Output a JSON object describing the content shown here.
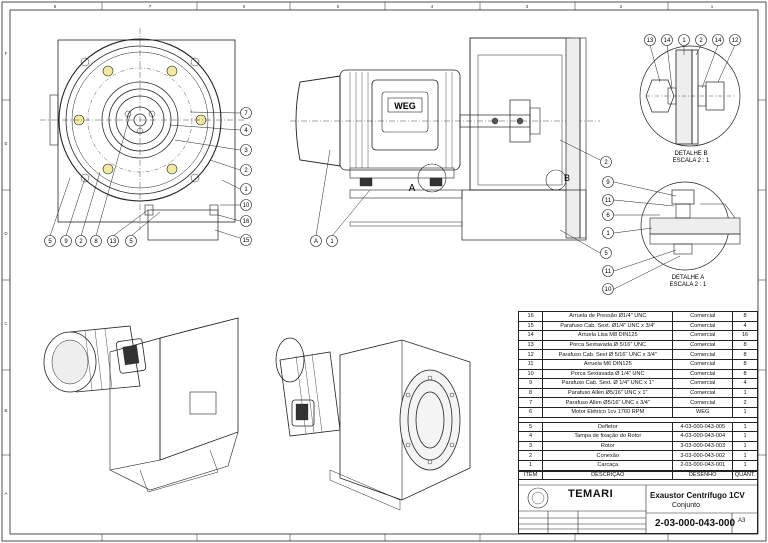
{
  "bom": {
    "rows": [
      {
        "item": "16",
        "descricao": "Arruela de Pressão Ø1/4\" UNC",
        "desenho": "Comercial",
        "quant": "8"
      },
      {
        "item": "15",
        "descricao": "Parafuso Cab. Sext. Ø1/4\" UNC x 3/4\"",
        "desenho": "Comercial",
        "quant": "4"
      },
      {
        "item": "14",
        "descricao": "Arruela Lisa M8 DIN125",
        "desenho": "Comercial",
        "quant": "16"
      },
      {
        "item": "13",
        "descricao": "Porca Sextavada Ø 5/16\" UNC",
        "desenho": "Comercial",
        "quant": "8"
      },
      {
        "item": "12",
        "descricao": "Parafuso Cab. Sext Ø 5/16\" UNC x 3/4\"",
        "desenho": "Comercial",
        "quant": "8"
      },
      {
        "item": "11",
        "descricao": "Arruela M6 DIN125",
        "desenho": "Comercial",
        "quant": "8"
      },
      {
        "item": "10",
        "descricao": "Porca Sextavada Ø 1/4\" UNC",
        "desenho": "Comercial",
        "quant": "8"
      },
      {
        "item": "9",
        "descricao": "Parafuso Cab. Sext. Ø 1/4\" UNC x 1\"",
        "desenho": "Comercial",
        "quant": "4"
      },
      {
        "item": "8",
        "descricao": "Parafuso Allen Ø5/16\" UNC x 1\"",
        "desenho": "Comercial",
        "quant": "1"
      },
      {
        "item": "7",
        "descricao": "Parafuso Allen Ø5/16\" UNC x 3/4\"",
        "desenho": "Comercial",
        "quant": "2"
      },
      {
        "item": "6",
        "descricao": "Motor Elétrico 1cv 1760 RPM",
        "desenho": "WEG",
        "quant": "1"
      },
      {
        "gap": true
      },
      {
        "item": "5",
        "descricao": "Defletor",
        "desenho": "4-03-000-043-005",
        "quant": "1"
      },
      {
        "item": "4",
        "descricao": "Tampa de fixação do Rotor",
        "desenho": "4-03-000-043-004",
        "quant": "1"
      },
      {
        "item": "3",
        "descricao": "Rotor",
        "desenho": "3-03-000-043-003",
        "quant": "1"
      },
      {
        "item": "2",
        "descricao": "Conexão",
        "desenho": "3-03-000-043-002",
        "quant": "1"
      },
      {
        "item": "1",
        "descricao": "Carcaça",
        "desenho": "2-03-000-043-001",
        "quant": "1"
      }
    ],
    "header": {
      "item": "ÍTEM",
      "descricao": "DESCRIÇÃO",
      "desenho": "DESENHO",
      "quant": "QUANT."
    }
  },
  "title_block": {
    "company": "TEMARI",
    "title": "Exaustor Centrífugo 1CV",
    "subtitle": "Conjunto",
    "drawing_number": "2-03-000-043-000",
    "sheet_size": "A3"
  },
  "views": {
    "section_label": "A",
    "detail_b_marker": "B",
    "detail_b_title": "DETALHE B",
    "detail_b_scale": "ESCALA 2 : 1",
    "detail_a_title": "DETALHE A",
    "detail_a_scale": "ESCALA 2 : 1",
    "motor_brand": "WEG"
  },
  "balloons": {
    "front": [
      "5",
      "9",
      "2",
      "8",
      "13",
      "5",
      "7",
      "4",
      "3",
      "2",
      "1",
      "10",
      "16",
      "15"
    ],
    "side": [
      "A",
      "1",
      "2",
      "5"
    ],
    "detail_b": [
      "13",
      "14",
      "1",
      "2",
      "14",
      "12"
    ],
    "detail_a": [
      "9",
      "11",
      "6",
      "1",
      "11",
      "10"
    ]
  },
  "border": {
    "cols": [
      "1",
      "2",
      "3",
      "4",
      "5",
      "6",
      "7",
      "8"
    ],
    "rows": [
      "A",
      "B",
      "C",
      "D",
      "E",
      "F"
    ]
  }
}
